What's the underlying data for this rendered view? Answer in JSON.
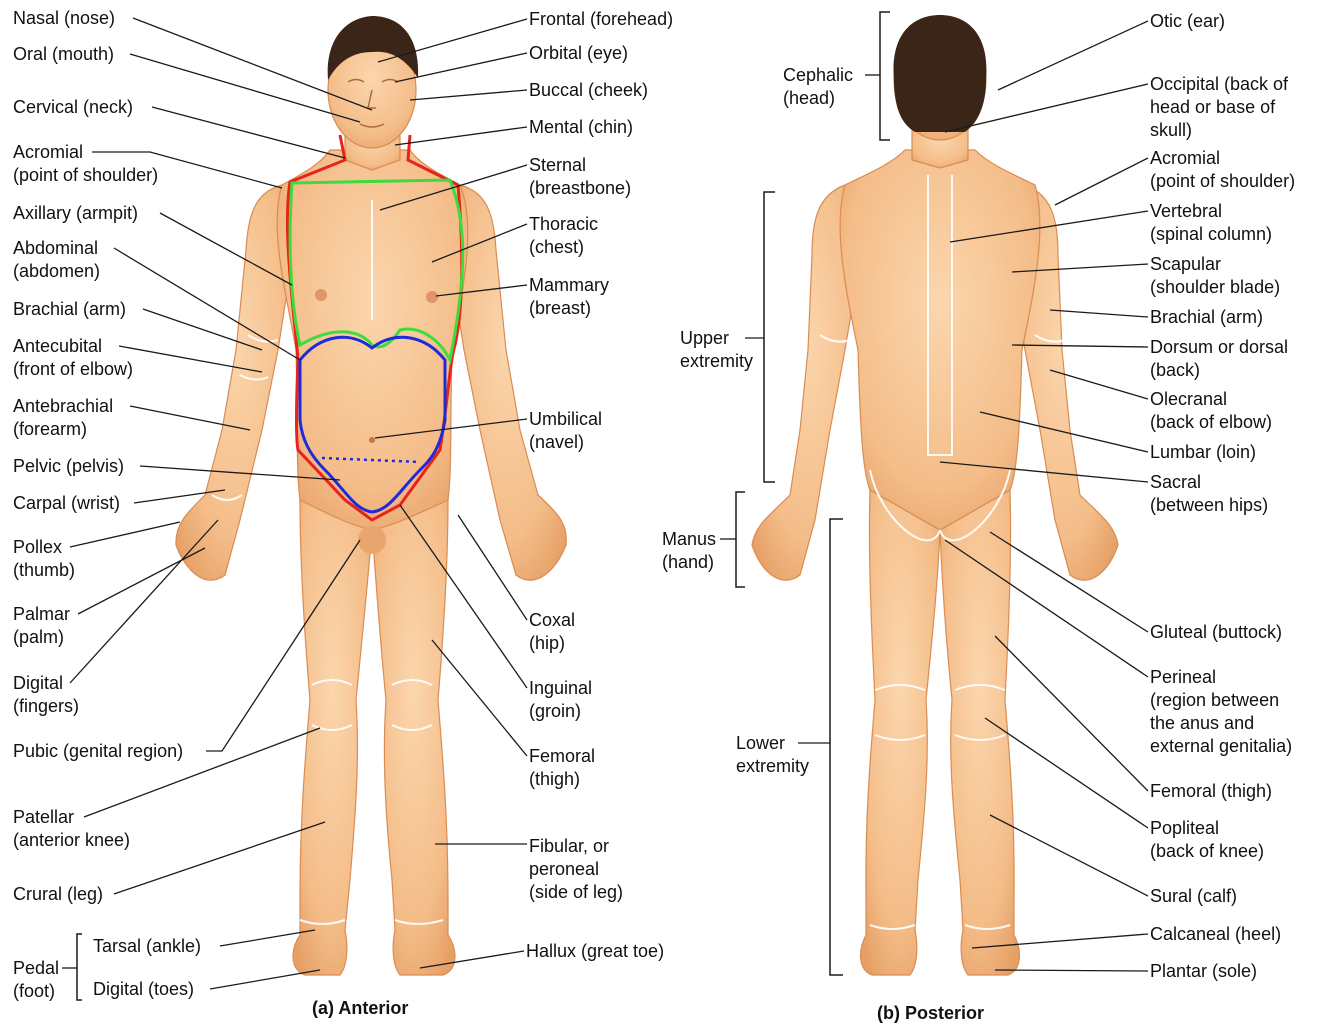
{
  "anterior": {
    "caption": "(a)  Anterior",
    "left_labels": [
      {
        "id": "nasal",
        "lines": [
          "Nasal (nose)"
        ]
      },
      {
        "id": "oral",
        "lines": [
          "Oral (mouth)"
        ]
      },
      {
        "id": "cervical",
        "lines": [
          "Cervical (neck)"
        ]
      },
      {
        "id": "acromial",
        "lines": [
          "Acromial",
          "(point of shoulder)"
        ]
      },
      {
        "id": "axillary",
        "lines": [
          "Axillary (armpit)"
        ]
      },
      {
        "id": "abdominal",
        "lines": [
          "Abdominal",
          "(abdomen)"
        ]
      },
      {
        "id": "brachial",
        "lines": [
          "Brachial (arm)"
        ]
      },
      {
        "id": "antecubital",
        "lines": [
          "Antecubital",
          "(front of elbow)"
        ]
      },
      {
        "id": "antebrachial",
        "lines": [
          "Antebrachial",
          "(forearm)"
        ]
      },
      {
        "id": "pelvic",
        "lines": [
          "Pelvic (pelvis)"
        ]
      },
      {
        "id": "carpal",
        "lines": [
          "Carpal (wrist)"
        ]
      },
      {
        "id": "pollex",
        "lines": [
          "Pollex",
          "(thumb)"
        ]
      },
      {
        "id": "palmar",
        "lines": [
          "Palmar",
          "(palm)"
        ]
      },
      {
        "id": "digital",
        "lines": [
          "Digital",
          "(fingers)"
        ]
      },
      {
        "id": "pubic",
        "lines": [
          "Pubic (genital region)"
        ]
      },
      {
        "id": "patellar",
        "lines": [
          "Patellar",
          "(anterior knee)"
        ]
      },
      {
        "id": "crural",
        "lines": [
          "Crural (leg)"
        ]
      },
      {
        "id": "pedal",
        "lines": [
          "Pedal",
          "(foot)"
        ]
      },
      {
        "id": "tarsal",
        "lines": [
          "Tarsal (ankle)"
        ]
      },
      {
        "id": "digital-toes",
        "lines": [
          "Digital (toes)"
        ]
      }
    ],
    "right_labels": [
      {
        "id": "frontal",
        "lines": [
          "Frontal (forehead)"
        ]
      },
      {
        "id": "orbital",
        "lines": [
          "Orbital (eye)"
        ]
      },
      {
        "id": "buccal",
        "lines": [
          "Buccal (cheek)"
        ]
      },
      {
        "id": "mental",
        "lines": [
          "Mental (chin)"
        ]
      },
      {
        "id": "sternal",
        "lines": [
          "Sternal",
          "(breastbone)"
        ]
      },
      {
        "id": "thoracic",
        "lines": [
          "Thoracic",
          "(chest)"
        ]
      },
      {
        "id": "mammary",
        "lines": [
          "Mammary",
          "(breast)"
        ]
      },
      {
        "id": "umbilical",
        "lines": [
          "Umbilical",
          "(navel)"
        ]
      },
      {
        "id": "coxal",
        "lines": [
          "Coxal",
          "(hip)"
        ]
      },
      {
        "id": "inguinal",
        "lines": [
          "Inguinal",
          "(groin)"
        ]
      },
      {
        "id": "femoral",
        "lines": [
          "Femoral",
          "(thigh)"
        ]
      },
      {
        "id": "fibular",
        "lines": [
          "Fibular, or",
          "peroneal",
          "(side of leg)"
        ]
      },
      {
        "id": "hallux",
        "lines": [
          "Hallux (great toe)"
        ]
      }
    ]
  },
  "posterior": {
    "caption": "(b)  Posterior",
    "left_labels": [
      {
        "id": "cephalic",
        "lines": [
          "Cephalic",
          "(head)"
        ]
      },
      {
        "id": "upper-extremity",
        "lines": [
          "Upper",
          "extremity"
        ]
      },
      {
        "id": "manus",
        "lines": [
          "Manus",
          "(hand)"
        ]
      },
      {
        "id": "lower-extremity",
        "lines": [
          "Lower",
          "extremity"
        ]
      }
    ],
    "right_labels": [
      {
        "id": "otic",
        "lines": [
          "Otic (ear)"
        ]
      },
      {
        "id": "occipital",
        "lines": [
          "Occipital (back of",
          "head or base of",
          "skull)"
        ]
      },
      {
        "id": "acromial-post",
        "lines": [
          "Acromial",
          "(point of shoulder)"
        ]
      },
      {
        "id": "vertebral",
        "lines": [
          "Vertebral",
          "(spinal column)"
        ]
      },
      {
        "id": "scapular",
        "lines": [
          "Scapular",
          "(shoulder blade)"
        ]
      },
      {
        "id": "brachial-post",
        "lines": [
          "Brachial (arm)"
        ]
      },
      {
        "id": "dorsum",
        "lines": [
          "Dorsum or dorsal",
          "(back)"
        ]
      },
      {
        "id": "olecranal",
        "lines": [
          "Olecranal",
          "(back of elbow)"
        ]
      },
      {
        "id": "lumbar",
        "lines": [
          "Lumbar (loin)"
        ]
      },
      {
        "id": "sacral",
        "lines": [
          "Sacral",
          "(between hips)"
        ]
      },
      {
        "id": "gluteal",
        "lines": [
          "Gluteal (buttock)"
        ]
      },
      {
        "id": "perineal",
        "lines": [
          "Perineal",
          "(region between",
          "the anus and",
          "external genitalia)"
        ]
      },
      {
        "id": "femoral-post",
        "lines": [
          "Femoral (thigh)"
        ]
      },
      {
        "id": "popliteal",
        "lines": [
          "Popliteal",
          "(back of knee)"
        ]
      },
      {
        "id": "sural",
        "lines": [
          "Sural (calf)"
        ]
      },
      {
        "id": "calcaneal",
        "lines": [
          "Calcaneal (heel)"
        ]
      },
      {
        "id": "plantar",
        "lines": [
          "Plantar (sole)"
        ]
      }
    ]
  },
  "colors": {
    "skin": "#f6c493",
    "skin_shade": "#e9a56d",
    "hair": "#3b2418",
    "leader": "#1a1a1a",
    "region_red": "#e8231c",
    "region_green": "#3ddc3b",
    "region_blue": "#1f2bd8"
  }
}
